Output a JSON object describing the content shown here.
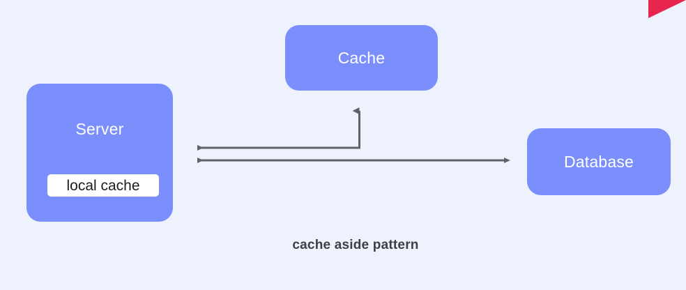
{
  "diagram": {
    "title": "cache aside pattern",
    "background_color": "#eef2fd",
    "node_color": "#7a8efc",
    "connector_color": "#5f6368",
    "accent_color": "#e8254c",
    "nodes": [
      {
        "id": "server",
        "label": "Server",
        "badge": "local cache"
      },
      {
        "id": "cache",
        "label": "Cache"
      },
      {
        "id": "database",
        "label": "Database"
      }
    ],
    "connectors": [
      {
        "id": "cache-to-server",
        "shape": "elbow",
        "from": "cache",
        "to": "server",
        "arrowheads": "both-ends-of-elbow"
      },
      {
        "id": "database-to-server",
        "shape": "line",
        "from": "database",
        "to": "server",
        "arrowheads": "bidirectional"
      }
    ],
    "corner_mark": {
      "name": "red-triangle",
      "color": "#e8254c"
    }
  }
}
